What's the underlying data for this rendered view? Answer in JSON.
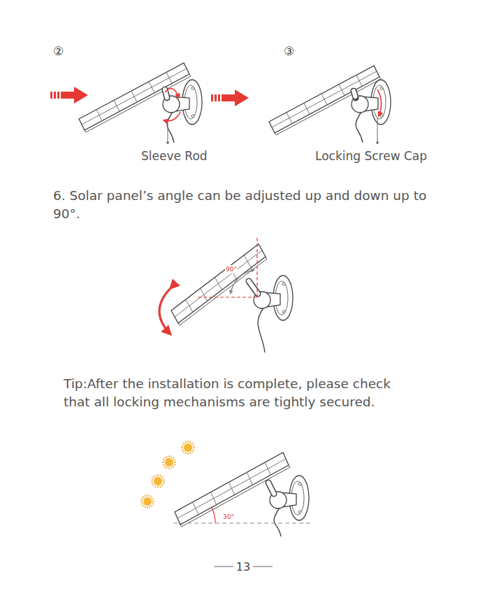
{
  "diagram": {
    "labels": [
      "②",
      "③",
      "Sleeve Rod",
      "Locking Screw Cap",
      "6. Solar panel’s angle can be adjusted up and down up to 90°.",
      "90°",
      "Tip:After the installation is complete, please check that all locking mechanisms are tightly secured.",
      "30°",
      "13"
    ]
  }
}
